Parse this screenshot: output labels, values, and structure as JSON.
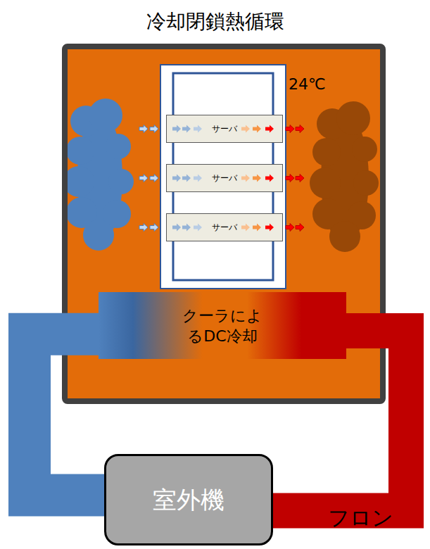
{
  "diagram": {
    "title": "冷却閉鎖熱循環",
    "nodes": [
      {
        "text": [
          "24℃"
        ]
      },
      {
        "text": [
          "サーバ"
        ],
        "in": 0
      },
      {
        "text": [
          "サーバ"
        ],
        "in": 0
      },
      {
        "text": [
          "サーバ"
        ],
        "in": 0
      },
      {
        "text": [
          "クーラによ るDC冷却"
        ],
        "in": 0
      },
      {
        "text": [
          "室外機"
        ]
      }
    ],
    "edges": [
      {
        "from": 4,
        "to": 5,
        "arrow": "none"
      },
      {
        "from": 4,
        "to": 5,
        "label": "フロン",
        "arrow": "none"
      }
    ]
  }
}
